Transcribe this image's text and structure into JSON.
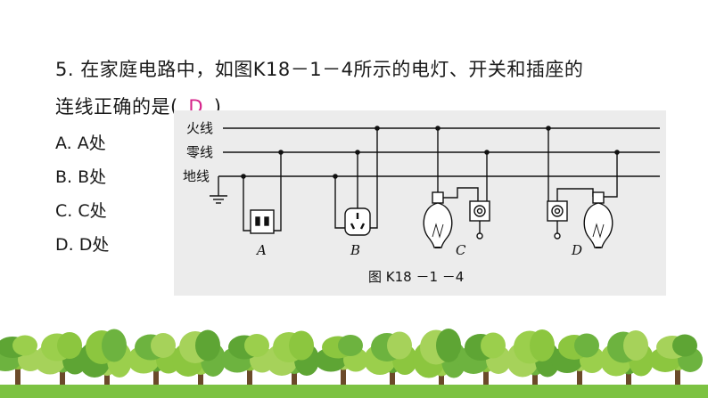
{
  "question": {
    "line1": "5. 在家庭电路中，如图K18－1－4所示的电灯、开关和插座的",
    "line2_prefix": "连线正确的是(",
    "answer": "D",
    "line2_suffix": ")"
  },
  "options": [
    {
      "label": "A. A处"
    },
    {
      "label": "B. B处"
    },
    {
      "label": "C. C处"
    },
    {
      "label": "D. D处"
    }
  ],
  "figure": {
    "wires": {
      "live": "火线",
      "neutral": "零线",
      "ground": "地线"
    },
    "positions": [
      "A",
      "B",
      "C",
      "D"
    ],
    "caption": "图 K18 －1 －4"
  },
  "colors": {
    "answer": "#d6238a",
    "figure_bg": "#ececec",
    "tree_green": "#7cc242"
  }
}
